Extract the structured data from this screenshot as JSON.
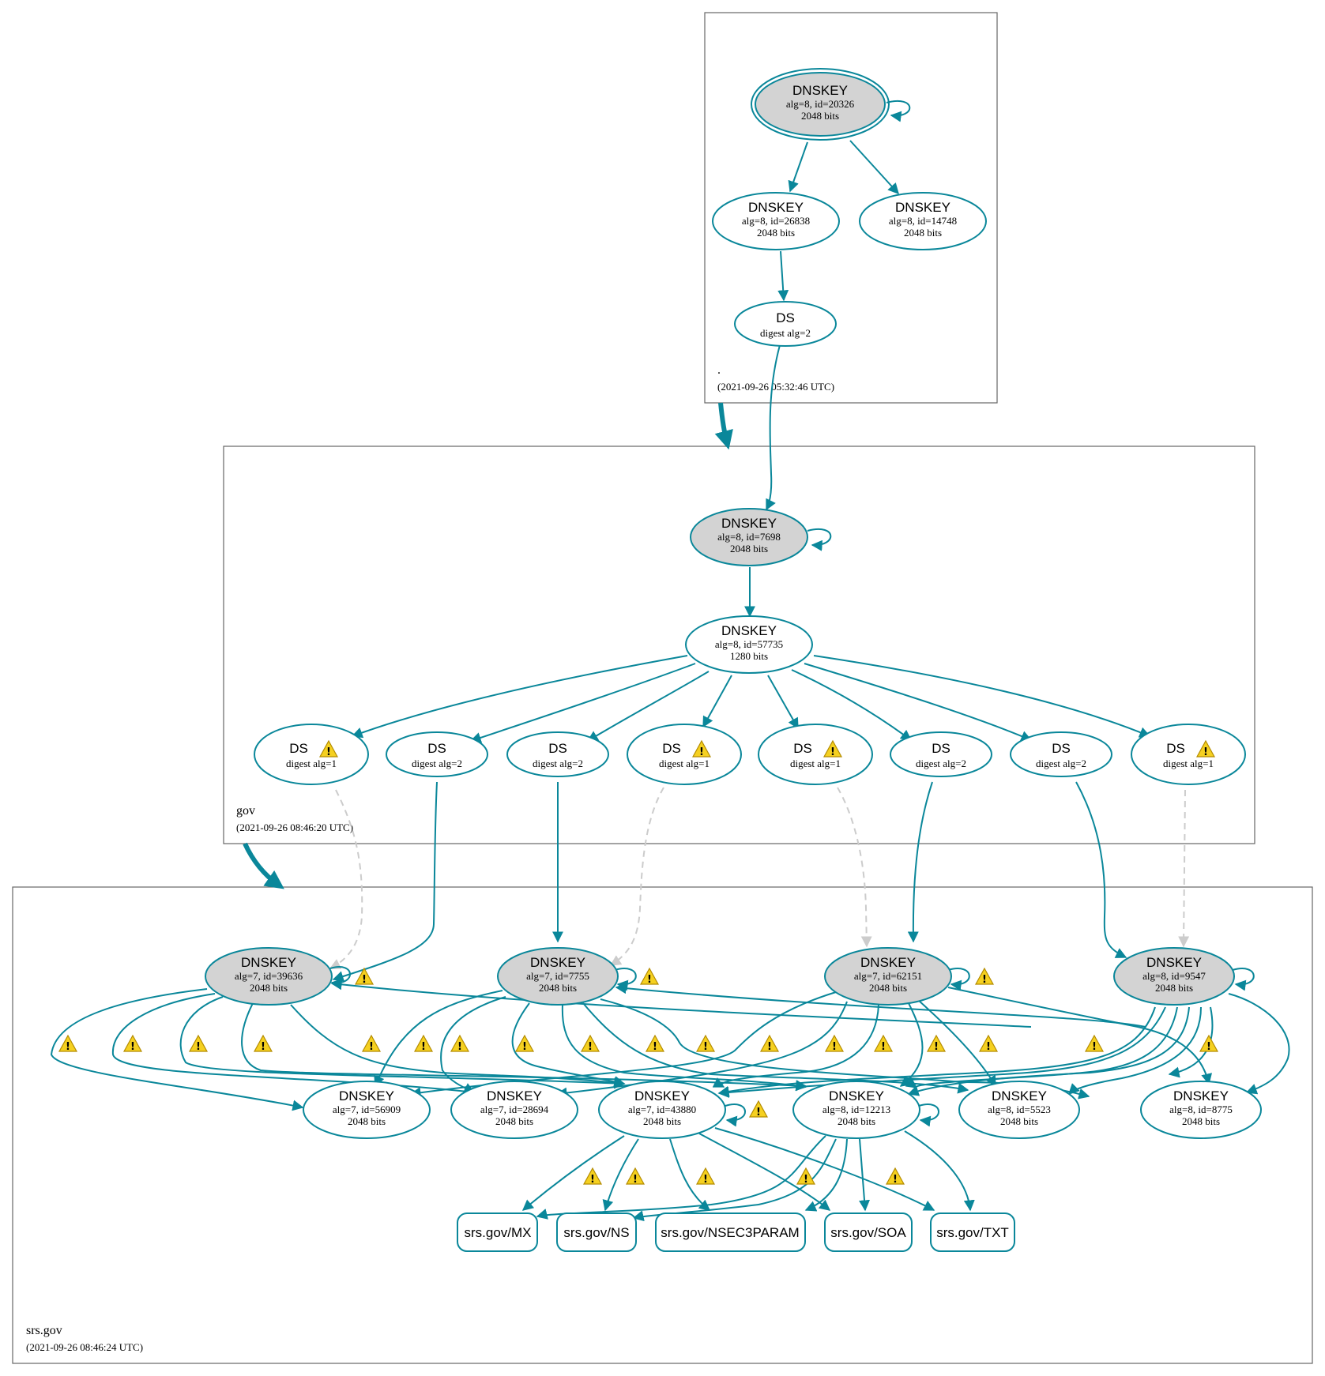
{
  "zones": [
    {
      "id": "root",
      "name": ".",
      "timestamp": "(2021-09-26 05:32:46 UTC)"
    },
    {
      "id": "gov",
      "name": "gov",
      "timestamp": "(2021-09-26 08:46:20 UTC)"
    },
    {
      "id": "srs",
      "name": "srs.gov",
      "timestamp": "(2021-09-26 08:46:24 UTC)"
    }
  ],
  "nodes": {
    "root_ksk": {
      "type": "DNSKEY",
      "line1": "alg=8, id=20326",
      "line2": "2048 bits",
      "fill": "#d3d3d3",
      "double": true
    },
    "root_zsk1": {
      "type": "DNSKEY",
      "line1": "alg=8, id=26838",
      "line2": "2048 bits",
      "fill": "#ffffff"
    },
    "root_zsk2": {
      "type": "DNSKEY",
      "line1": "alg=8, id=14748",
      "line2": "2048 bits",
      "fill": "#ffffff"
    },
    "root_ds": {
      "type": "DS",
      "line1": "digest alg=2",
      "fill": "#ffffff"
    },
    "gov_ksk": {
      "type": "DNSKEY",
      "line1": "alg=8, id=7698",
      "line2": "2048 bits",
      "fill": "#d3d3d3"
    },
    "gov_zsk": {
      "type": "DNSKEY",
      "line1": "alg=8, id=57735",
      "line2": "1280 bits",
      "fill": "#ffffff"
    },
    "ds1": {
      "type": "DS",
      "line1": "digest alg=1",
      "fill": "#ffffff",
      "warn": true
    },
    "ds2": {
      "type": "DS",
      "line1": "digest alg=2",
      "fill": "#ffffff"
    },
    "ds3": {
      "type": "DS",
      "line1": "digest alg=2",
      "fill": "#ffffff"
    },
    "ds4": {
      "type": "DS",
      "line1": "digest alg=1",
      "fill": "#ffffff",
      "warn": true
    },
    "ds5": {
      "type": "DS",
      "line1": "digest alg=1",
      "fill": "#ffffff",
      "warn": true
    },
    "ds6": {
      "type": "DS",
      "line1": "digest alg=2",
      "fill": "#ffffff"
    },
    "ds7": {
      "type": "DS",
      "line1": "digest alg=2",
      "fill": "#ffffff"
    },
    "ds8": {
      "type": "DS",
      "line1": "digest alg=1",
      "fill": "#ffffff",
      "warn": true
    },
    "k39636": {
      "type": "DNSKEY",
      "line1": "alg=7, id=39636",
      "line2": "2048 bits",
      "fill": "#d3d3d3"
    },
    "k7755": {
      "type": "DNSKEY",
      "line1": "alg=7, id=7755",
      "line2": "2048 bits",
      "fill": "#d3d3d3"
    },
    "k62151": {
      "type": "DNSKEY",
      "line1": "alg=7, id=62151",
      "line2": "2048 bits",
      "fill": "#d3d3d3"
    },
    "k9547": {
      "type": "DNSKEY",
      "line1": "alg=8, id=9547",
      "line2": "2048 bits",
      "fill": "#d3d3d3"
    },
    "k56909": {
      "type": "DNSKEY",
      "line1": "alg=7, id=56909",
      "line2": "2048 bits",
      "fill": "#ffffff"
    },
    "k28694": {
      "type": "DNSKEY",
      "line1": "alg=7, id=28694",
      "line2": "2048 bits",
      "fill": "#ffffff"
    },
    "k43880": {
      "type": "DNSKEY",
      "line1": "alg=7, id=43880",
      "line2": "2048 bits",
      "fill": "#ffffff"
    },
    "k12213": {
      "type": "DNSKEY",
      "line1": "alg=8, id=12213",
      "line2": "2048 bits",
      "fill": "#ffffff"
    },
    "k5523": {
      "type": "DNSKEY",
      "line1": "alg=8, id=5523",
      "line2": "2048 bits",
      "fill": "#ffffff"
    },
    "k8775": {
      "type": "DNSKEY",
      "line1": "alg=8, id=8775",
      "line2": "2048 bits",
      "fill": "#ffffff"
    }
  },
  "rrsets": {
    "mx": "srs.gov/MX",
    "ns": "srs.gov/NS",
    "nsec3param": "srs.gov/NSEC3PARAM",
    "soa": "srs.gov/SOA",
    "txt": "srs.gov/TXT"
  },
  "warning_symbol": "!",
  "colors": {
    "edge": "#0a879a",
    "dashed_edge": "#cccccc",
    "ksk_fill": "#d3d3d3",
    "warning": "#f5d020",
    "zone_border": "#666666"
  }
}
